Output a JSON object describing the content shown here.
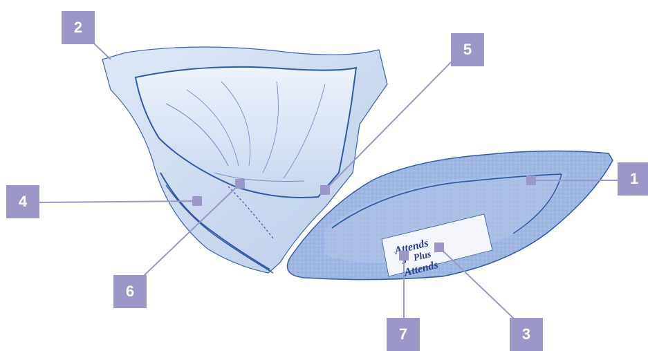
{
  "diagram": {
    "callouts": [
      {
        "id": "1",
        "label": "1"
      },
      {
        "id": "2",
        "label": "2"
      },
      {
        "id": "3",
        "label": "3"
      },
      {
        "id": "4",
        "label": "4"
      },
      {
        "id": "5",
        "label": "5"
      },
      {
        "id": "6",
        "label": "6"
      },
      {
        "id": "7",
        "label": "7"
      }
    ],
    "pad_label": {
      "line1": "Attends",
      "line2": "5",
      "line3": "Plus",
      "line4": "Attends"
    }
  },
  "colors": {
    "callout": "#9b97c9",
    "leader": "#9b97c9",
    "pad_outline": "#2e5aa8",
    "pad_fill": "#c9d8ef",
    "pad_dark": "#8fa7d8"
  }
}
